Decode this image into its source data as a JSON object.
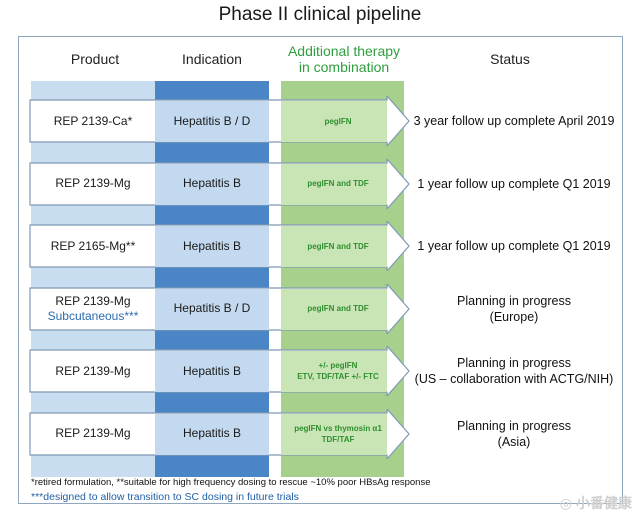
{
  "title": "Phase II clinical pipeline",
  "headers": {
    "product": "Product",
    "indication": "Indication",
    "therapy_line1": "Additional therapy",
    "therapy_line2": "in combination",
    "status": "Status"
  },
  "rows": [
    {
      "product": "REP 2139-Ca*",
      "product_sub": "",
      "indication": "Hepatitis B / D",
      "therapy_line1": "pegIFN",
      "therapy_line2": "",
      "status_line1": "3 year follow up complete April 2019",
      "status_line2": ""
    },
    {
      "product": "REP 2139-Mg",
      "product_sub": "",
      "indication": "Hepatitis B",
      "therapy_line1": "pegIFN and TDF",
      "therapy_line2": "",
      "status_line1": "1 year follow up complete Q1 2019",
      "status_line2": ""
    },
    {
      "product": "REP 2165-Mg**",
      "product_sub": "",
      "indication": "Hepatitis B",
      "therapy_line1": "pegIFN and TDF",
      "therapy_line2": "",
      "status_line1": "1 year follow up complete Q1 2019",
      "status_line2": ""
    },
    {
      "product": "REP 2139-Mg",
      "product_sub": "Subcutaneous***",
      "indication": "Hepatitis B / D",
      "therapy_line1": "pegIFN and TDF",
      "therapy_line2": "",
      "status_line1": "Planning in progress",
      "status_line2": "(Europe)"
    },
    {
      "product": "REP 2139-Mg",
      "product_sub": "",
      "indication": "Hepatitis B",
      "therapy_line1": "+/- pegIFN",
      "therapy_line2": "ETV, TDF/TAF +/- FTC",
      "status_line1": "Planning in progress",
      "status_line2": "(US – collaboration with ACTG/NIH)"
    },
    {
      "product": "REP 2139-Mg",
      "product_sub": "",
      "indication": "Hepatitis B",
      "therapy_line1": "pegIFN vs thymosin α1",
      "therapy_line2": "TDF/TAF",
      "status_line1": "Planning in progress",
      "status_line2": "(Asia)"
    }
  ],
  "footnotes": {
    "line1": "*retired formulation, **suitable for high frequency dosing to rescue ~10% poor HBsAg response",
    "line2": "***designed to allow transition to SC dosing in future trials"
  },
  "watermark": "小番健康",
  "colors": {
    "product_band": "#c9ddf1",
    "indication_band": "#4a86c6",
    "indication_cell": "#c3d9ef",
    "therapy_band": "#a8d08d",
    "therapy_header": "#2e9e3e",
    "arrow_stroke": "#7f99b3",
    "subcutaneous": "#2b6cb0"
  }
}
